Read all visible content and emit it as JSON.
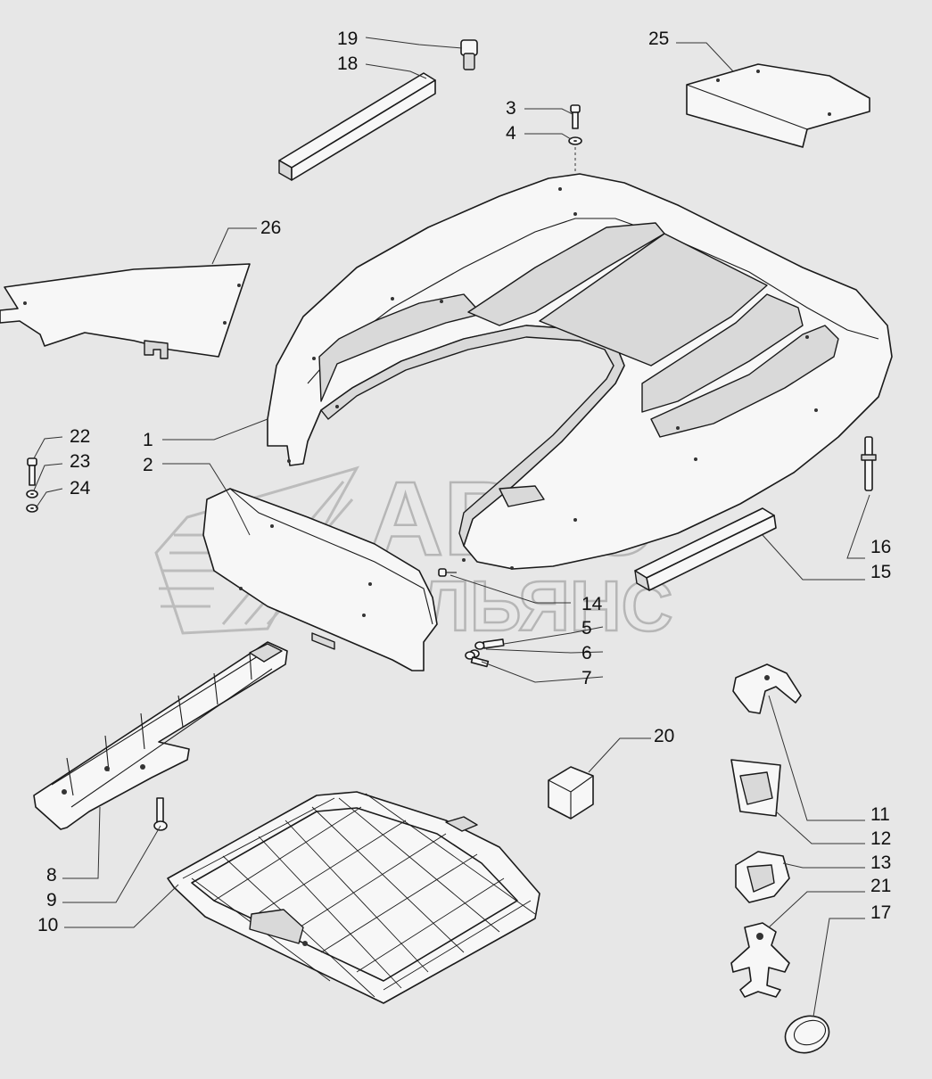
{
  "watermark": {
    "line1": "АВТО",
    "line2": "АЛЬЯНС"
  },
  "callouts": [
    {
      "id": "c1",
      "label": "1"
    },
    {
      "id": "c2",
      "label": "2"
    },
    {
      "id": "c3",
      "label": "3"
    },
    {
      "id": "c4",
      "label": "4"
    },
    {
      "id": "c5",
      "label": "5"
    },
    {
      "id": "c6",
      "label": "6"
    },
    {
      "id": "c7",
      "label": "7"
    },
    {
      "id": "c8",
      "label": "8"
    },
    {
      "id": "c9",
      "label": "9"
    },
    {
      "id": "c10",
      "label": "10"
    },
    {
      "id": "c11",
      "label": "11"
    },
    {
      "id": "c12",
      "label": "12"
    },
    {
      "id": "c13",
      "label": "13"
    },
    {
      "id": "c14",
      "label": "14"
    },
    {
      "id": "c15",
      "label": "15"
    },
    {
      "id": "c16",
      "label": "16"
    },
    {
      "id": "c17",
      "label": "17"
    },
    {
      "id": "c18",
      "label": "18"
    },
    {
      "id": "c19",
      "label": "19"
    },
    {
      "id": "c20",
      "label": "20"
    },
    {
      "id": "c21",
      "label": "21"
    },
    {
      "id": "c22",
      "label": "22"
    },
    {
      "id": "c23",
      "label": "23"
    },
    {
      "id": "c24",
      "label": "24"
    },
    {
      "id": "c25",
      "label": "25"
    },
    {
      "id": "c26",
      "label": "26"
    }
  ]
}
